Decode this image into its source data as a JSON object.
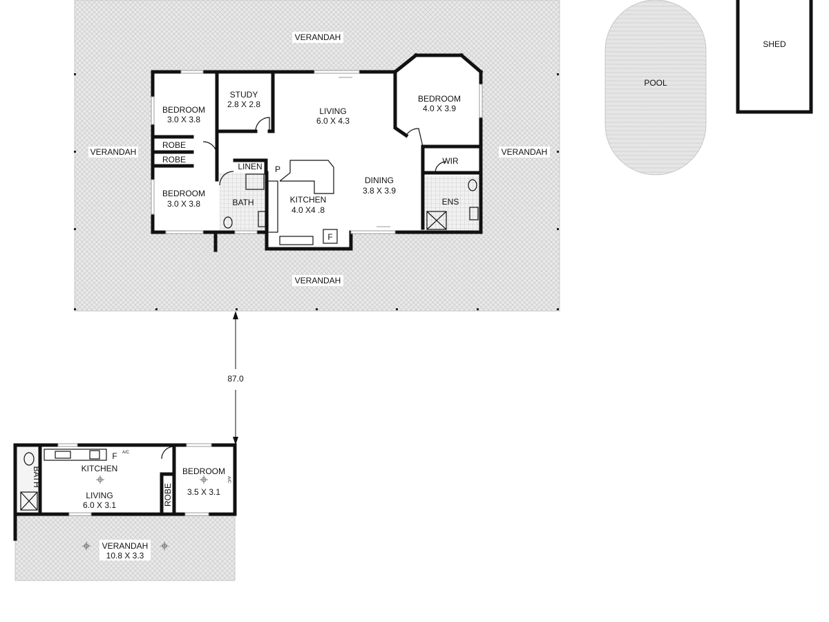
{
  "main_house": {
    "verandah_top": "VERANDAH",
    "verandah_left": "VERANDAH",
    "verandah_right": "VERANDAH",
    "verandah_bottom": "VERANDAH",
    "bedroom1_name": "BEDROOM",
    "bedroom1_size": "3.0 X 3.8",
    "study_name": "STUDY",
    "study_size": "2.8 X 2.8",
    "living_name": "LIVING",
    "living_size": "6.0 X 4.3",
    "master_name": "BEDROOM",
    "master_size": "4.0 X 3.9",
    "robe1": "ROBE",
    "robe2": "ROBE",
    "linen": "LINEN",
    "pantry": "P",
    "wir": "WIR",
    "bedroom2_name": "BEDROOM",
    "bedroom2_size": "3.0 X 3.8",
    "bath": "BATH",
    "kitchen_name": "KITCHEN",
    "kitchen_size": "4.0 X4 .8",
    "dining_name": "DINING",
    "dining_size": "3.8 X 3.9",
    "ens": "ENS",
    "fridge": "F"
  },
  "outbuildings": {
    "pool": "POOL",
    "shed": "SHED"
  },
  "distance": "87.0",
  "granny_flat": {
    "bath": "BATH",
    "kitchen": "KITCHEN",
    "living_name": "LIVING",
    "living_size": "6.0 X 3.1",
    "fridge": "F",
    "ac1": "A/C",
    "ac2": "A/C",
    "robe": "ROBE",
    "bedroom_name": "BEDROOM",
    "bedroom_size": "3.5 X 3.1",
    "verandah_name": "VERANDAH",
    "verandah_size": "10.8 X 3.3"
  }
}
